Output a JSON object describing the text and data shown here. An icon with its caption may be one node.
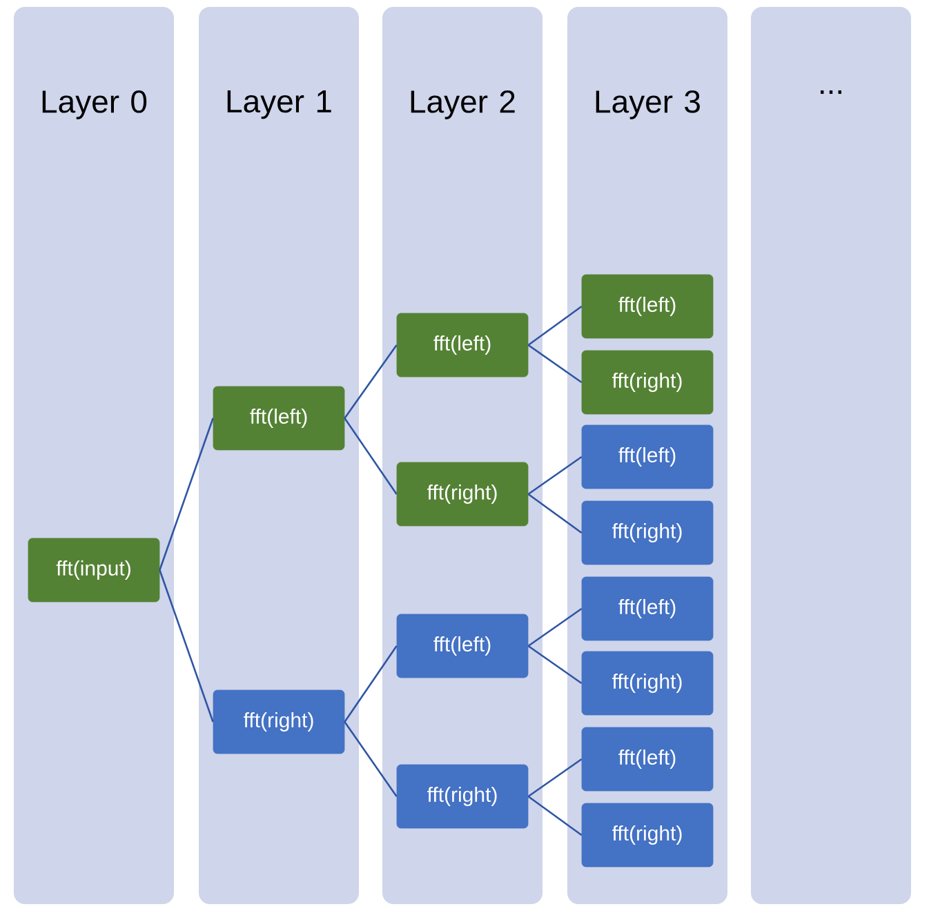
{
  "diagram": {
    "nodes": [
      {
        "text": [
          "Layer 0"
        ]
      },
      {
        "text": [
          "Layer 1"
        ]
      },
      {
        "text": [
          "Layer 2"
        ]
      },
      {
        "text": [
          "Layer 3"
        ]
      },
      {
        "text": [
          "..."
        ]
      },
      {
        "text": [
          "fft(input)"
        ],
        "in": 0
      },
      {
        "text": [
          "fft(left)"
        ],
        "in": 1
      },
      {
        "text": [
          "fft(right)"
        ],
        "in": 1
      },
      {
        "text": [
          "fft(left)"
        ],
        "in": 2
      },
      {
        "text": [
          "fft(right)"
        ],
        "in": 2
      },
      {
        "text": [
          "fft(left)"
        ],
        "in": 2
      },
      {
        "text": [
          "fft(right)"
        ],
        "in": 2
      },
      {
        "text": [
          "fft(left)"
        ],
        "in": 3
      },
      {
        "text": [
          "fft(right)"
        ],
        "in": 3
      },
      {
        "text": [
          "fft(left)"
        ],
        "in": 3
      },
      {
        "text": [
          "fft(right)"
        ],
        "in": 3
      },
      {
        "text": [
          "fft(left)"
        ],
        "in": 3
      },
      {
        "text": [
          "fft(right)"
        ],
        "in": 3
      },
      {
        "text": [
          "fft(left)"
        ],
        "in": 3
      },
      {
        "text": [
          "fft(right)"
        ],
        "in": 3
      }
    ],
    "edges": [
      {
        "from": 5,
        "to": 6,
        "arrow": "none"
      },
      {
        "from": 5,
        "to": 7,
        "arrow": "none"
      },
      {
        "from": 6,
        "to": 8,
        "arrow": "none"
      },
      {
        "from": 6,
        "to": 9,
        "arrow": "none"
      },
      {
        "from": 7,
        "to": 10,
        "arrow": "none"
      },
      {
        "from": 7,
        "to": 11,
        "arrow": "none"
      },
      {
        "from": 8,
        "to": 12,
        "arrow": "none"
      },
      {
        "from": 8,
        "to": 13,
        "arrow": "none"
      },
      {
        "from": 9,
        "to": 14,
        "arrow": "none"
      },
      {
        "from": 9,
        "to": 15,
        "arrow": "none"
      },
      {
        "from": 10,
        "to": 16,
        "arrow": "none"
      },
      {
        "from": 10,
        "to": 17,
        "arrow": "none"
      },
      {
        "from": 11,
        "to": 18,
        "arrow": "none"
      },
      {
        "from": 11,
        "to": 19,
        "arrow": "none"
      }
    ]
  }
}
